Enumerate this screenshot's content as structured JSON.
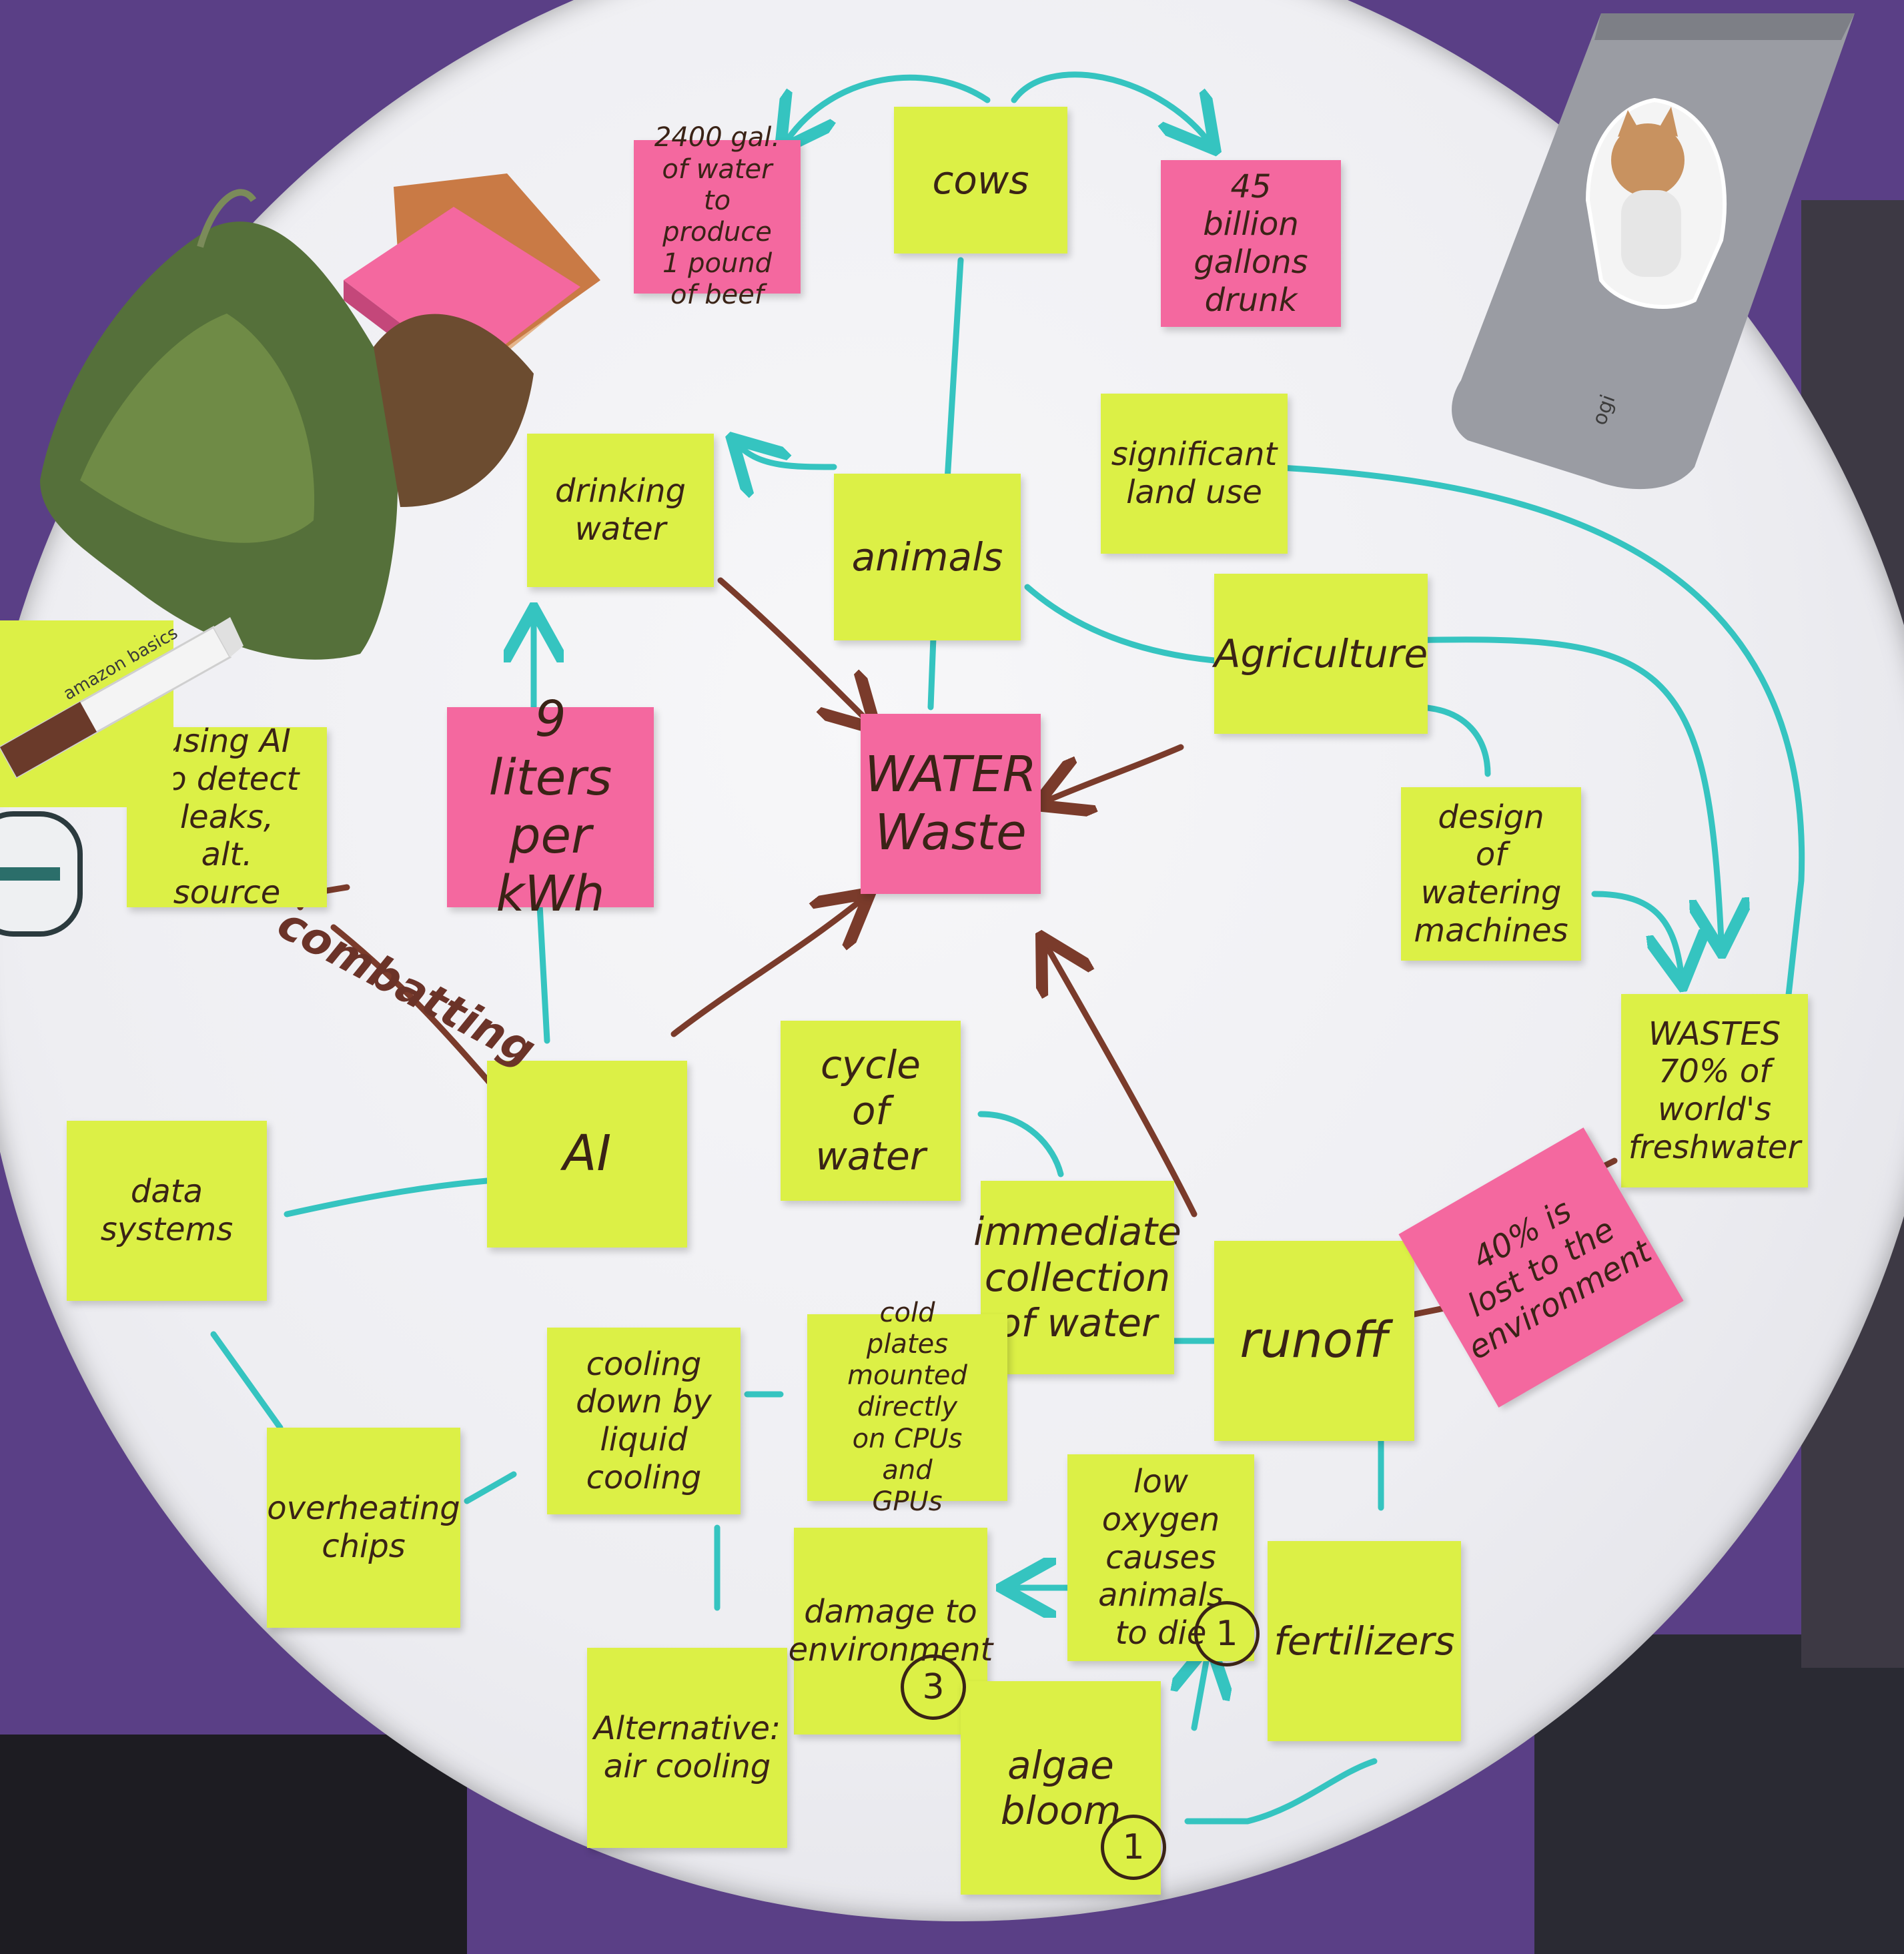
{
  "colors": {
    "wall": "#5a3f86",
    "table": "#f3f3f6",
    "yellow_note": "#dcf046",
    "pink_note": "#f4689f",
    "teal_marker": "#35c4c0",
    "brown_marker": "#7a3b2b"
  },
  "notes": {
    "cows": "cows",
    "gal2400": "2400 gal.\nof water\nto produce\n1 pound of beef",
    "billion45": "45 billion\ngallons\ndrunk",
    "drinking_water": "drinking\nwater",
    "animals": "animals",
    "land_use": "significant\nland use",
    "agriculture": "Agriculture",
    "water_waste": "WATER\nWaste",
    "liters9": "9 liters\nper kWh",
    "leaks": "using AI\nto detect\nleaks,\nalt. source",
    "design": "design\nof\nwatering\nmachines",
    "wastes70": "WASTES\n70% of\nworld's\nfreshwater",
    "ai": "AI",
    "cycle": "cycle\nof\nwater",
    "data_systems": "data\nsystems",
    "immediate": "immediate\ncollection\nof water",
    "runoff": "runoff",
    "lost40": "40% is\nlost to the\nenvironment",
    "cooling_liquid": "cooling\ndown by\nliquid\ncooling",
    "cold_plates": "cold\nplates\nmounted directly\non CPUs and\nGPUs",
    "overheating": "overheating\nchips",
    "low_oxygen": "low oxygen\ncauses\nanimals\nto die",
    "fertilizers": "fertilizers",
    "damage": "damage to\nenvironment",
    "alt_cooling": "Alternative:\nair cooling",
    "algae": "algae\nbloom"
  },
  "annotation": "combatting",
  "circled_numbers": {
    "low_oxygen": "1",
    "damage": "3",
    "algae": "1"
  },
  "objects": {
    "marker_label": "amazon basics",
    "bottle_label": "ogi"
  }
}
